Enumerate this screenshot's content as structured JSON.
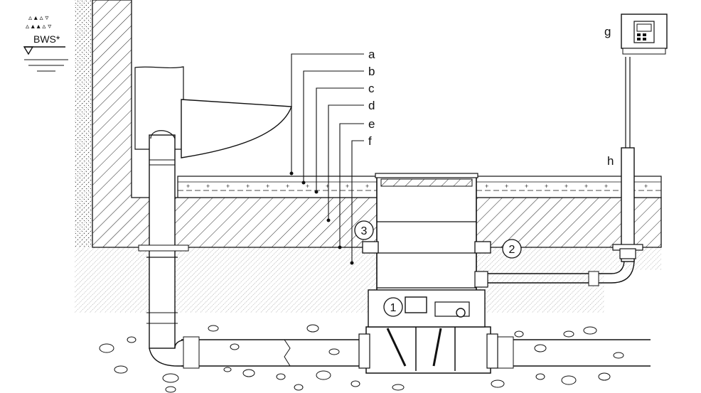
{
  "diagram": {
    "water_level_label": "BWS*",
    "layer_labels": [
      "a",
      "b",
      "c",
      "d",
      "e",
      "f"
    ],
    "component_labels": {
      "control_unit": "g",
      "riser_pipe": "h"
    },
    "callouts": [
      "1",
      "2",
      "3"
    ]
  },
  "colors": {
    "line": "#111111",
    "background": "#ffffff"
  }
}
